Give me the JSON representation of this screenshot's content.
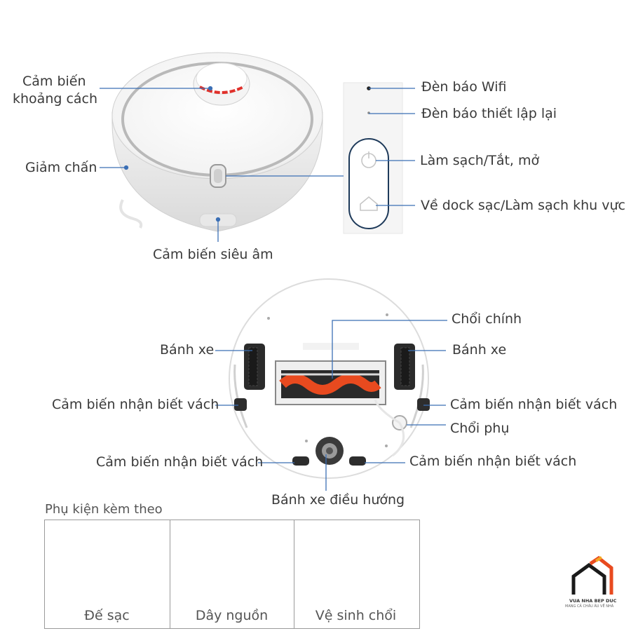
{
  "top": {
    "labels": {
      "distance_sensor_1": "Cảm biến",
      "distance_sensor_2": "khoảng cách",
      "bumper": "Giảm chấn",
      "ultrasonic": "Cảm biến siêu âm",
      "wifi_led": "Đèn báo Wifi",
      "reset_led": "Đèn báo thiết lập lại",
      "power": "Làm sạch/Tắt, mở",
      "dock": "Về dock sạc/Làm sạch khu vực"
    }
  },
  "bottom": {
    "labels": {
      "main_brush": "Chổi chính",
      "wheel_left": "Bánh xe",
      "wheel_right": "Bánh xe",
      "cliff_left_1": "Cảm biến nhận biết vách",
      "cliff_right_1": "Cảm biến nhận biết vách",
      "side_brush": "Chổi phụ",
      "cliff_left_2": "Cảm biến nhận biết vách",
      "cliff_right_2": "Cảm biến nhận biết vách",
      "caster": "Bánh xe điều hướng"
    }
  },
  "accessories": {
    "title": "Phụ kiện kèm theo",
    "items": [
      "Đế sạc",
      "Dây nguồn",
      "Vệ sinh chổi"
    ]
  },
  "logo": {
    "name": "VUA NHA BEP DUC",
    "tagline": "MANG CẢ CHÂU ÂU VỀ NHÀ"
  },
  "colors": {
    "line": "#3b6fb5",
    "accent_red": "#e0302a",
    "brush_orange": "#e84a1f"
  }
}
